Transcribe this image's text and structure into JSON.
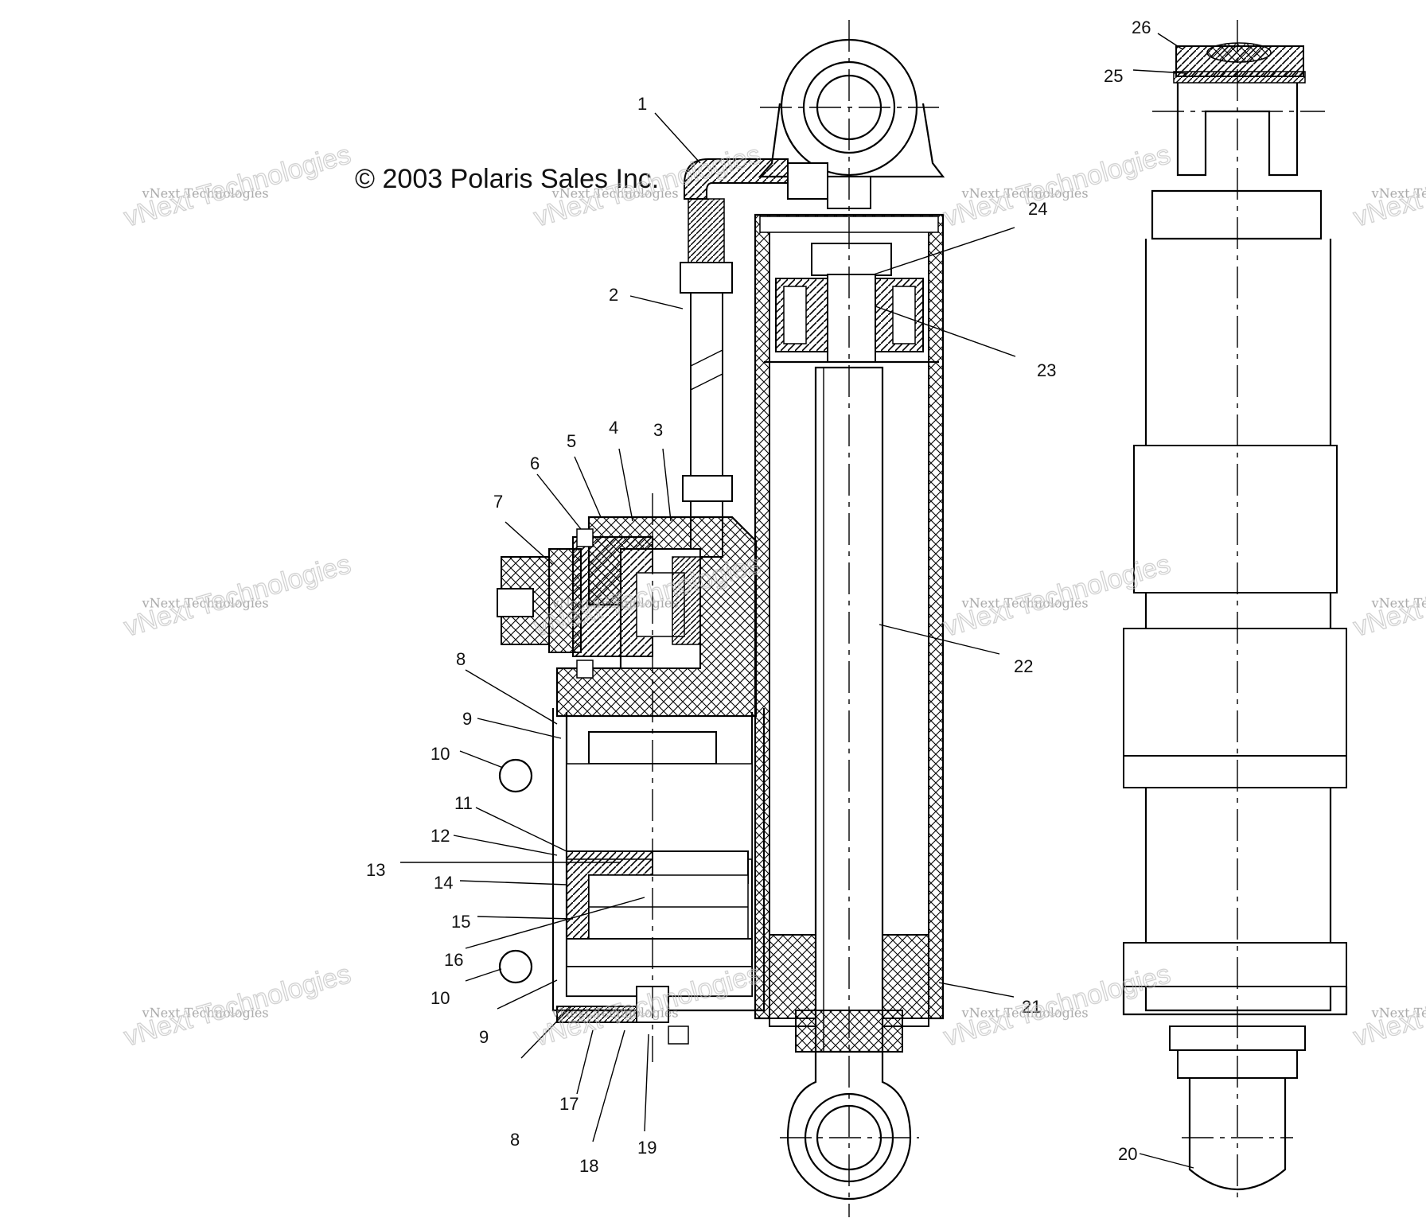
{
  "copyright": "© 2003 Polaris Sales Inc.",
  "watermarks": [
    {
      "line1": "vNext Technologies",
      "line2": "vNext Technologies"
    },
    {
      "line1": "vNext Technologies",
      "line2": "vNext Technologies"
    },
    {
      "line1": "vNext Technologies",
      "line2": "vNext Technologies"
    },
    {
      "line1": "vNext Technologies",
      "line2": "vNext Technologies"
    },
    {
      "line1": "vNext Technologies",
      "line2": "vNext Technologies"
    },
    {
      "line1": "vNext Technologies",
      "line2": "vNext Technologies"
    },
    {
      "line1": "vNext Technologies",
      "line2": "vNext Technologies"
    },
    {
      "line1": "vNext Technologies",
      "line2": "vNext Technologies"
    },
    {
      "line1": "vNext Technologies",
      "line2": "vNext Technologies"
    },
    {
      "line1": "vNext Technologies",
      "line2": "vNext Technologies"
    },
    {
      "line1": "vNext Technologies",
      "line2": "vNext Technologies"
    },
    {
      "line1": "vNext Technologies",
      "line2": "vNext Technologies"
    }
  ],
  "callouts": [
    "1",
    "2",
    "3",
    "4",
    "5",
    "6",
    "7",
    "8",
    "9",
    "10",
    "11",
    "12",
    "13",
    "14",
    "15",
    "16",
    "10",
    "9",
    "8",
    "17",
    "18",
    "19",
    "20",
    "21",
    "22",
    "23",
    "24",
    "25",
    "26"
  ],
  "colors": {
    "ink": "#000000",
    "paper": "#ffffff",
    "watermark": "#9a9a9a"
  }
}
